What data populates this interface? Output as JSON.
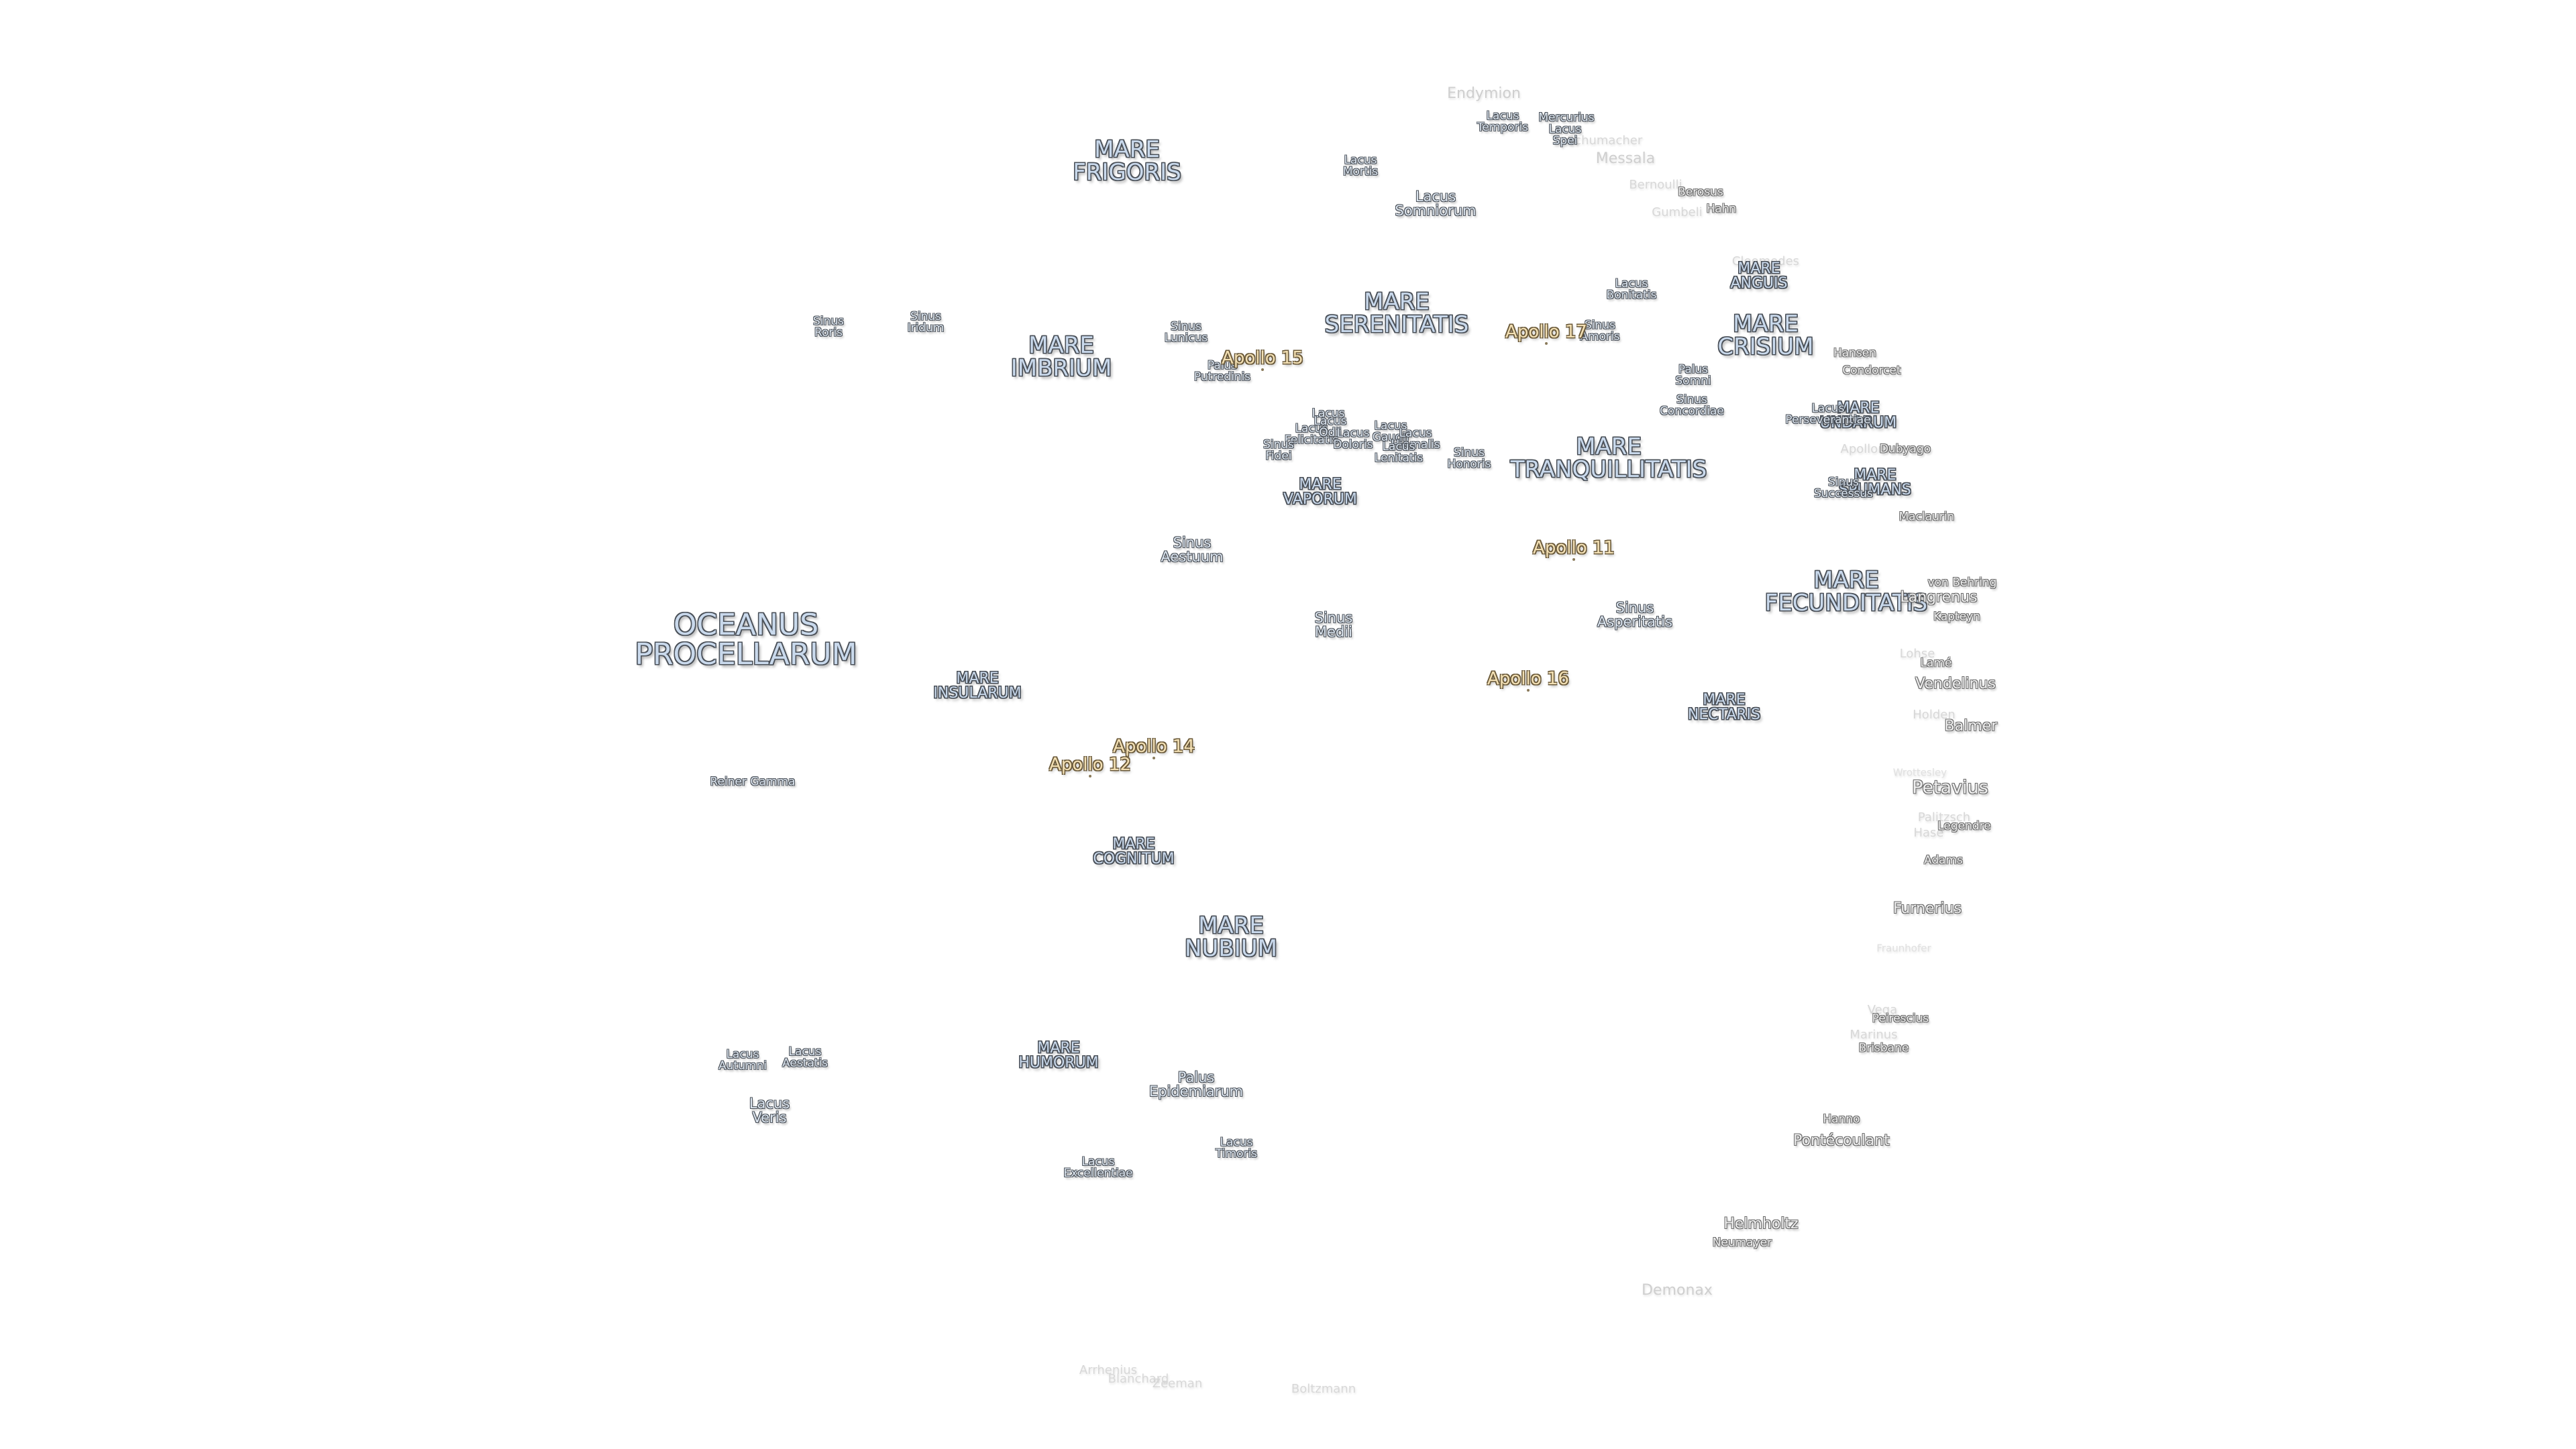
{
  "map": {
    "maria": [
      {
        "id": "oceanus-procellarum",
        "text": "OCEANUS\nPROCELLARUM",
        "size": "xl"
      },
      {
        "id": "mare-frigoris",
        "text": "MARE\nFRIGORIS",
        "size": ""
      },
      {
        "id": "mare-imbrium",
        "text": "MARE\nIMBRIUM",
        "size": ""
      },
      {
        "id": "mare-serenitatis",
        "text": "MARE\nSERENITATIS",
        "size": ""
      },
      {
        "id": "mare-tranquillitatis",
        "text": "MARE\nTRANQUILLITATIS",
        "size": ""
      },
      {
        "id": "mare-crisium",
        "text": "MARE\nCRISIUM",
        "size": ""
      },
      {
        "id": "mare-fecunditatis",
        "text": "MARE\nFECUNDITATIS",
        "size": ""
      },
      {
        "id": "mare-nectaris",
        "text": "MARE\nNECTARIS",
        "size": "sm"
      },
      {
        "id": "mare-insularum",
        "text": "MARE\nINSULARUM",
        "size": "sm"
      },
      {
        "id": "mare-cognitum",
        "text": "MARE\nCOGNITUM",
        "size": "sm"
      },
      {
        "id": "mare-nubium",
        "text": "MARE\nNUBIUM",
        "size": ""
      },
      {
        "id": "mare-humorum",
        "text": "MARE\nHUMORUM",
        "size": "sm"
      },
      {
        "id": "mare-vaporum",
        "text": "MARE\nVAPORUM",
        "size": "sm"
      },
      {
        "id": "mare-anguis",
        "text": "MARE\nANGUIS",
        "size": "sm"
      },
      {
        "id": "mare-undarum",
        "text": "MARE\nUNDARUM",
        "size": "sm"
      },
      {
        "id": "mare-spumans",
        "text": "MARE\nSPUMANS",
        "size": "sm"
      }
    ],
    "lakes": [
      {
        "id": "lacus-temporis",
        "text": "Lacus\nTemporis",
        "size": ""
      },
      {
        "id": "mercurius",
        "text": "Mercurius",
        "size": ""
      },
      {
        "id": "lacus-spei",
        "text": "Lacus\nSpei",
        "size": ""
      },
      {
        "id": "lacus-mortis",
        "text": "Lacus\nMortis",
        "size": ""
      },
      {
        "id": "lacus-somniorum",
        "text": "Lacus\nSomniorum",
        "size": "md"
      },
      {
        "id": "lacus-bonitatis",
        "text": "Lacus\nBonitatis",
        "size": ""
      },
      {
        "id": "sinus-amoris",
        "text": "Sinus\nAmoris",
        "size": ""
      },
      {
        "id": "palus-somni",
        "text": "Palus\nSomni",
        "size": ""
      },
      {
        "id": "sinus-concordiae",
        "text": "Sinus\nConcordiae",
        "size": ""
      },
      {
        "id": "lacus-perseverantiae",
        "text": "Lacus\nPerseverantiae",
        "size": ""
      },
      {
        "id": "sinus-successus",
        "text": "Sinus\nSuccessus",
        "size": ""
      },
      {
        "id": "sinus-roris",
        "text": "Sinus\nRoris",
        "size": ""
      },
      {
        "id": "sinus-iridum",
        "text": "Sinus\nIridum",
        "size": ""
      },
      {
        "id": "sinus-lunicus",
        "text": "Sinus\nLunicus",
        "size": ""
      },
      {
        "id": "palus-putredinis",
        "text": "Palus\nPutredinis",
        "size": ""
      },
      {
        "id": "lacus-doloris-a",
        "text": "Lacus",
        "size": ""
      },
      {
        "id": "lacus-felicitatis",
        "text": "Lacus\nFelicitatis",
        "size": ""
      },
      {
        "id": "lacus-odii",
        "text": "Lacus\nOdii",
        "size": ""
      },
      {
        "id": "lacus-doloris",
        "text": "Lacus\nDoloris",
        "size": ""
      },
      {
        "id": "sinus-fidei",
        "text": "Sinus\nFidei",
        "size": ""
      },
      {
        "id": "lacus-gaudii",
        "text": "Lacus\nGaudii",
        "size": ""
      },
      {
        "id": "lacus-hiemalis",
        "text": "Lacus\nHiemalis",
        "size": ""
      },
      {
        "id": "lacus-lenitatis",
        "text": "Lacus\nLenitatis",
        "size": ""
      },
      {
        "id": "sinus-honoris",
        "text": "Sinus\nHonoris",
        "size": ""
      },
      {
        "id": "sinus-aestuum",
        "text": "Sinus\nAestuum",
        "size": "md"
      },
      {
        "id": "sinus-medii",
        "text": "Sinus\nMedii",
        "size": "md"
      },
      {
        "id": "sinus-asperitatis",
        "text": "Sinus\nAsperitatis",
        "size": "md"
      },
      {
        "id": "reiner-gamma",
        "text": "Reiner Gamma",
        "size": ""
      },
      {
        "id": "lacus-autumni",
        "text": "Lacus\nAutumni",
        "size": ""
      },
      {
        "id": "lacus-aestatis",
        "text": "Lacus\nAestatis",
        "size": ""
      },
      {
        "id": "lacus-veris",
        "text": "Lacus\nVeris",
        "size": "md"
      },
      {
        "id": "palus-epidemiarum",
        "text": "Palus\nEpidemiarum",
        "size": "md"
      },
      {
        "id": "lacus-timoris",
        "text": "Lacus\nTimoris",
        "size": ""
      },
      {
        "id": "lacus-excellentiae",
        "text": "Lacus\nExcellentiae",
        "size": ""
      }
    ],
    "apollo": [
      {
        "id": "apollo-15",
        "text": "Apollo 15"
      },
      {
        "id": "apollo-17",
        "text": "Apollo 17"
      },
      {
        "id": "apollo-11",
        "text": "Apollo 11"
      },
      {
        "id": "apollo-16",
        "text": "Apollo 16"
      },
      {
        "id": "apollo-14",
        "text": "Apollo 14"
      },
      {
        "id": "apollo-12",
        "text": "Apollo 12"
      }
    ],
    "craters": [
      {
        "id": "berosus",
        "text": "Berosus",
        "size": ""
      },
      {
        "id": "hahn",
        "text": "Hahn",
        "size": ""
      },
      {
        "id": "hansen",
        "text": "Hansen",
        "size": ""
      },
      {
        "id": "condorcet",
        "text": "Condorcet",
        "size": ""
      },
      {
        "id": "dubyago",
        "text": "Dubyago",
        "size": ""
      },
      {
        "id": "maclaurin",
        "text": "Maclaurin",
        "size": ""
      },
      {
        "id": "von-behring",
        "text": "von Behring",
        "size": ""
      },
      {
        "id": "kapteyn",
        "text": "Kapteyn",
        "size": ""
      },
      {
        "id": "lame",
        "text": "Lamé",
        "size": ""
      },
      {
        "id": "balmer",
        "text": "Balmer",
        "size": "md"
      },
      {
        "id": "legendre",
        "text": "Legendre",
        "size": ""
      },
      {
        "id": "adams",
        "text": "Adams",
        "size": ""
      },
      {
        "id": "abbot",
        "text": "Furnerius",
        "size": "md"
      },
      {
        "id": "brisbane",
        "text": "Brisbane",
        "size": ""
      },
      {
        "id": "hanno",
        "text": "Hanno",
        "size": ""
      },
      {
        "id": "pontecoulant",
        "text": "Pontécoulant",
        "size": "md"
      },
      {
        "id": "helmholtz",
        "text": "Helmholtz",
        "size": "md"
      },
      {
        "id": "neumayer",
        "text": "Neumayer",
        "size": ""
      },
      {
        "id": "vendelinus",
        "text": "Vendelinus",
        "size": "md"
      },
      {
        "id": "petavius",
        "text": "Petavius",
        "size": "lg"
      },
      {
        "id": "langrenus",
        "text": "Langrenus",
        "size": "md"
      },
      {
        "id": "peirescius",
        "text": "Peirescius",
        "size": ""
      }
    ],
    "faint": [
      {
        "id": "endymion",
        "text": "Endymion",
        "size": "md"
      },
      {
        "id": "schumacher",
        "text": "Schumacher",
        "size": ""
      },
      {
        "id": "messala",
        "text": "Messala",
        "size": "md"
      },
      {
        "id": "bernoulli",
        "text": "Bernoulli",
        "size": ""
      },
      {
        "id": "gumbeli",
        "text": "Gumbeli",
        "size": ""
      },
      {
        "id": "cleomedes",
        "text": "Cleomedes",
        "size": ""
      },
      {
        "id": "apollonius",
        "text": "Apollonius",
        "size": ""
      },
      {
        "id": "lohse",
        "text": "Lohse",
        "size": ""
      },
      {
        "id": "holden",
        "text": "Holden",
        "size": ""
      },
      {
        "id": "wrottesley",
        "text": "Wrottesley",
        "size": "xs"
      },
      {
        "id": "hase",
        "text": "Hase",
        "size": ""
      },
      {
        "id": "petavius-b",
        "text": "Palitzsch",
        "size": ""
      },
      {
        "id": "fraunhofer",
        "text": "Fraunhofer",
        "size": "xs"
      },
      {
        "id": "vega",
        "text": "Vega",
        "size": ""
      },
      {
        "id": "marinus",
        "text": "Marinus",
        "size": ""
      },
      {
        "id": "demonax",
        "text": "Demonax",
        "size": "md"
      },
      {
        "id": "boltzmann",
        "text": "Boltzmann",
        "size": ""
      },
      {
        "id": "arrhenius",
        "text": "Arrhenius",
        "size": ""
      },
      {
        "id": "blanchard",
        "text": "Blanchard",
        "size": ""
      },
      {
        "id": "zeeman",
        "text": "Zeeman",
        "size": ""
      }
    ]
  }
}
